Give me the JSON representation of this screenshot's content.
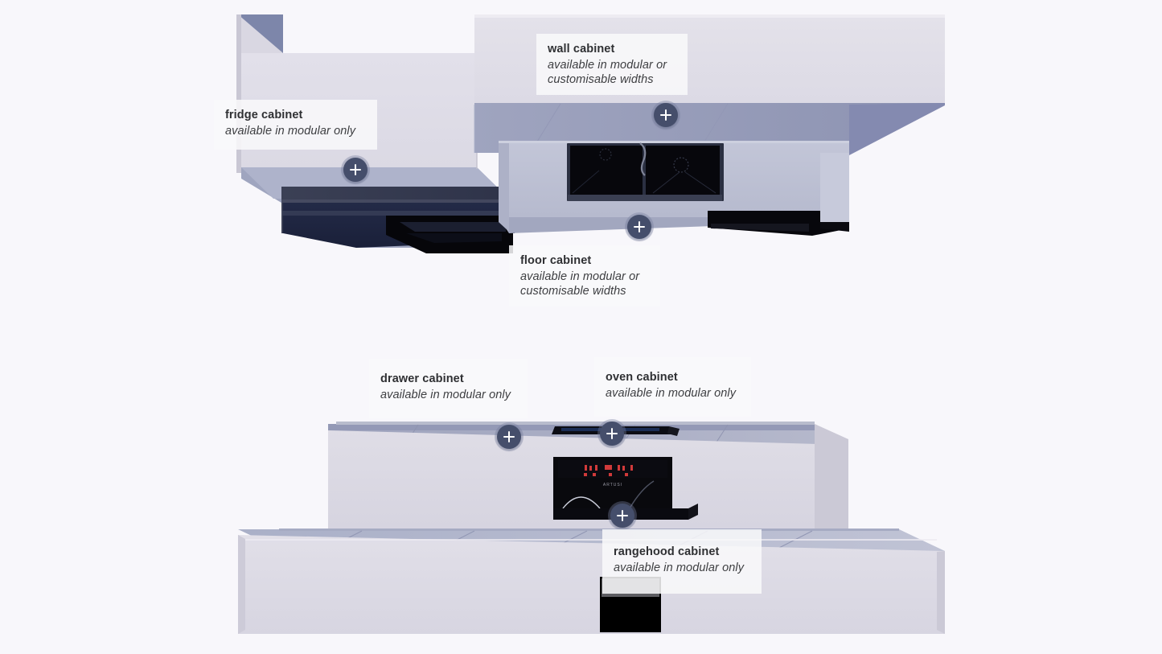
{
  "scene": {
    "background_color": "#f8f7fb",
    "marker_color": "#454e6b",
    "marker_icon": "plus-icon",
    "cabinet_light_color": "#dedce6",
    "cabinet_mid_color": "#a8acc4",
    "cabinet_dark_color": "#1e2540",
    "bench_color": "#b3b6cb",
    "appliance_black": "#07070a"
  },
  "callouts": [
    {
      "id": "fridge",
      "title": "fridge cabinet",
      "sub_lines": [
        "available in modular only"
      ]
    },
    {
      "id": "wall",
      "title": "wall cabinet",
      "sub_lines": [
        "available in modular or",
        "customisable widths"
      ]
    },
    {
      "id": "floor",
      "title": "floor cabinet",
      "sub_lines": [
        "available in modular or",
        "customisable widths"
      ]
    },
    {
      "id": "drawer",
      "title": "drawer cabinet",
      "sub_lines": [
        "available in modular only"
      ]
    },
    {
      "id": "oven",
      "title": "oven cabinet",
      "sub_lines": [
        "available in modular only"
      ]
    },
    {
      "id": "rangehood",
      "title": "rangehood cabinet",
      "sub_lines": [
        "available in modular only"
      ]
    }
  ],
  "hotspots": [
    {
      "id": "fridge",
      "label": "+"
    },
    {
      "id": "wall",
      "label": "+"
    },
    {
      "id": "floor",
      "label": "+"
    },
    {
      "id": "drawer",
      "label": "+"
    },
    {
      "id": "oven",
      "label": "+"
    },
    {
      "id": "rangehood",
      "label": "+"
    }
  ]
}
